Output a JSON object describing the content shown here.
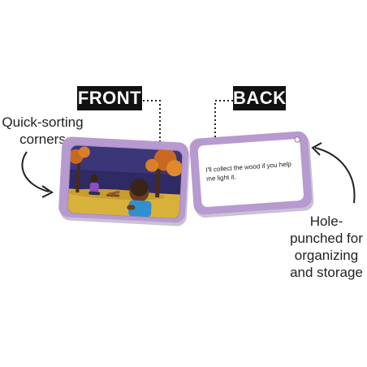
{
  "labels": {
    "front_tag": "FRONT",
    "back_tag": "BACK",
    "callout_left_line1": "Quick-sorting",
    "callout_left_line2": "corners",
    "callout_right_line1": "Hole-",
    "callout_right_line2": "punched for",
    "callout_right_line3": "organizing",
    "callout_right_line4": "and storage"
  },
  "card_back": {
    "text": "I'll collect the wood if you help me light it."
  },
  "colors": {
    "card_border": "#b79ad0",
    "night_sky": "#2e2a63",
    "ground": "#d8b13a",
    "tree": "#c9691f",
    "tag_bg": "#111111"
  }
}
